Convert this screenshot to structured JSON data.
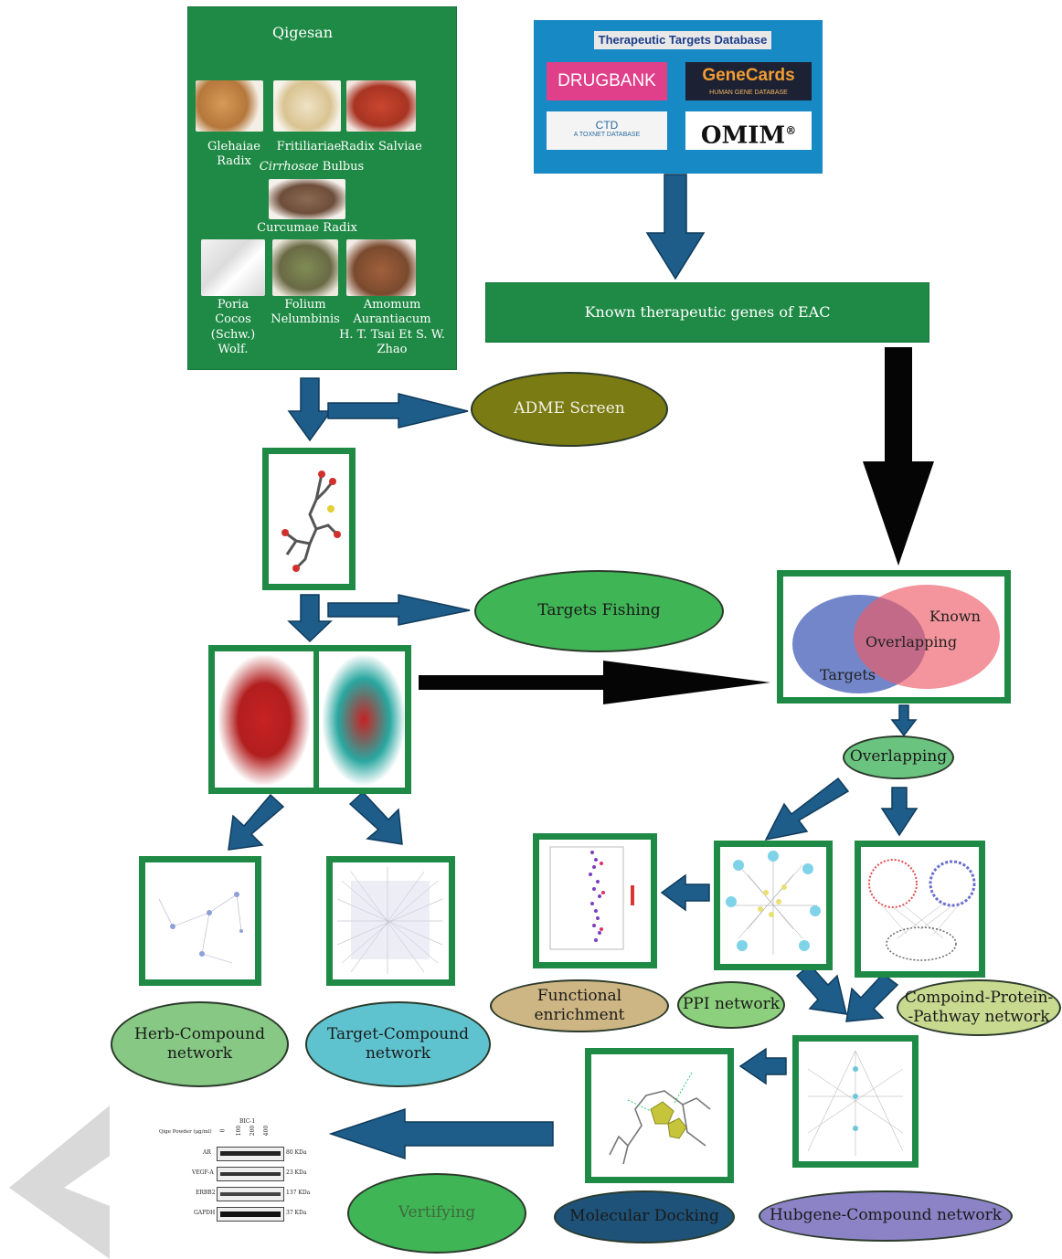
{
  "herbs_panel": {
    "title": "Qigesan",
    "herb_row1": [
      "Glehaiae Radix",
      "Fritiliariae",
      "Radix Salviae"
    ],
    "cirrhosae_italic": "Cirrhosae",
    "cirrhosae_rest": "Bulbus",
    "herb_center": "Curcumae Radix",
    "herb_row3": [
      "Poria\nCocos (Schw.)\nWolf.",
      "Folium\nNelumbinis",
      "Amomum\nAurantiacum\nH. T. Tsai Et S. W. Zhao"
    ]
  },
  "databases": {
    "header": "Therapeutic Targets Database",
    "drugbank": "DRUGBANK",
    "genecards": "GeneCards",
    "genecards_sub": "HUMAN GENE DATABASE",
    "ctd": "CTD",
    "ctd_sub": "A TOXNET DATABASE",
    "omim": "OMIM"
  },
  "known_genes": "Known therapeutic genes of EAC",
  "adme": "ADME Screen",
  "targets_fishing": "Targets Fishing",
  "venn": {
    "known": "Known",
    "overlapping": "Overlapping",
    "targets": "Targets"
  },
  "overlapping": "Overlapping",
  "functional_enrichment": "Functional enrichment",
  "ppi_network": "PPI network",
  "cpp_network": "Compoind-Protein-\n-Pathway network",
  "herb_compound": "Herb-Compound\nnetwork",
  "target_compound": "Target-Compound\nnetwork",
  "molecular_docking": "Molecular Docking",
  "hubgene": "Hubgene-Compound network",
  "vertifying": "Vertifying",
  "western_blot": {
    "group": "BIC-1",
    "dose_label": "Qige Powder (μg/ml)",
    "doses": [
      "0",
      "100",
      "200",
      "400"
    ],
    "rows": [
      {
        "name": "AR",
        "kda": "80 KDa"
      },
      {
        "name": "VEGF-A",
        "kda": "23 KDa"
      },
      {
        "name": "ERBB2",
        "kda": "137 KDa"
      },
      {
        "name": "GAPDH",
        "kda": "37 KDa"
      }
    ]
  },
  "colors": {
    "panel_green": "#1f8a45",
    "arrow_blue": "#1e5d8a",
    "db_blue": "#1789c4",
    "adme_fill": "#7b7b14",
    "targets_fishing_fill": "#3fb556",
    "venn_targets": "#6a7fc6",
    "venn_known": "#ee5b67",
    "functional_fill": "#cdb683",
    "ppi_fill": "#8ccf7c",
    "cpp_fill": "#c8d990",
    "herb_compound_fill": "#86c884",
    "target_compound_fill": "#5fc3cf",
    "docking_fill": "#1e5279",
    "hubgene_fill": "#8c83c7",
    "vertifying_fill": "#3fb556"
  }
}
